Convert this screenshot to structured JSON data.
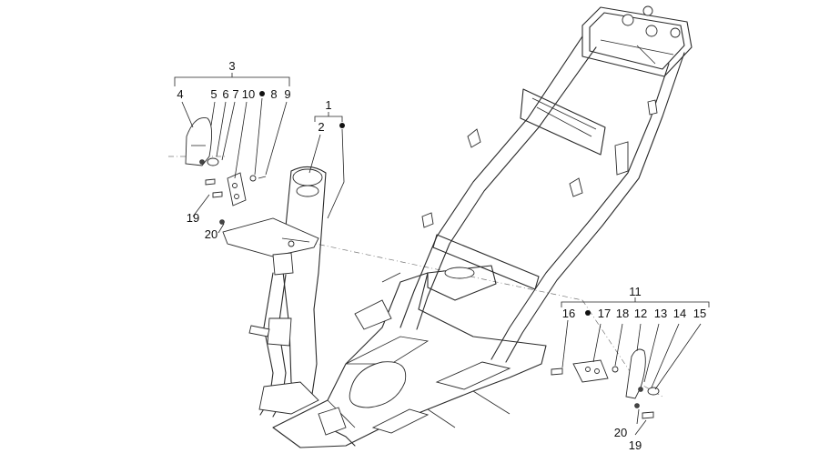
{
  "callouts": {
    "c1": "1",
    "c2": "2",
    "c3": "3",
    "c4": "4",
    "c5": "5",
    "c6": "6",
    "c7": "7",
    "c10a": "10",
    "c8": "8",
    "c9": "9",
    "c19a": "19",
    "c20a": "20",
    "c11": "11",
    "c16": "16",
    "c17": "17",
    "c18": "18",
    "c12": "12",
    "c13": "13",
    "c14": "14",
    "c15": "15",
    "c20b": "20",
    "c19b": "19"
  },
  "colors": {
    "line": "#2a2a2a",
    "text": "#111111",
    "background": "#ffffff"
  }
}
